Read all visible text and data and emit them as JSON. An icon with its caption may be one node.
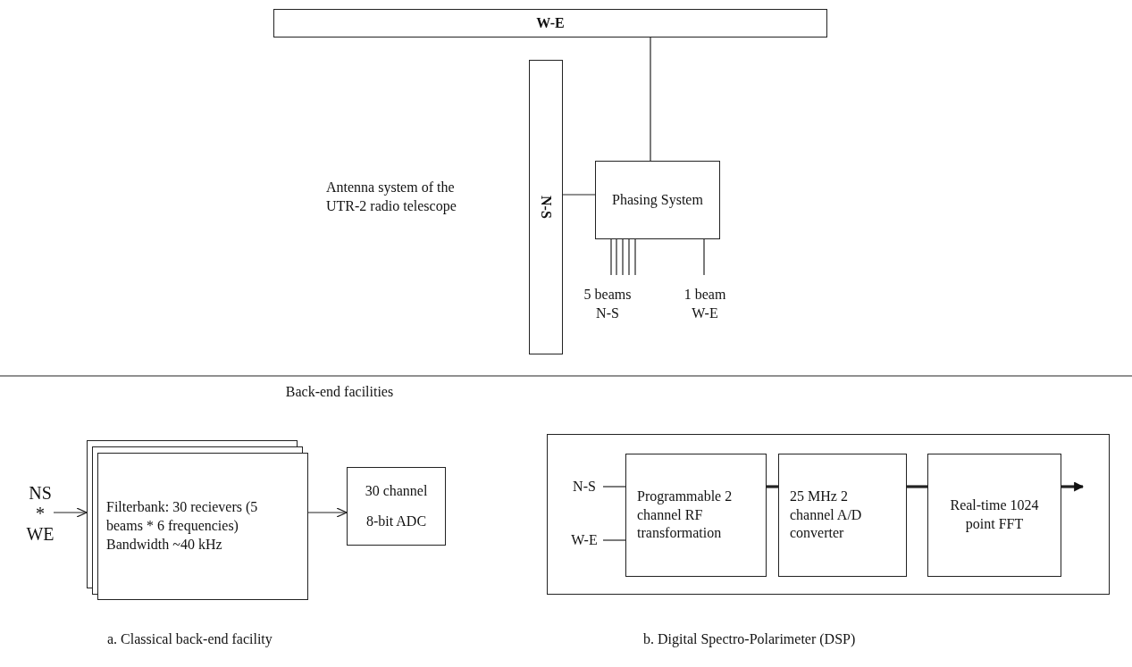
{
  "diagram": {
    "nodes": [
      {
        "text": [
          "W-E"
        ]
      },
      {
        "text": [
          "N-S"
        ]
      },
      {
        "text": [
          "Phasing System"
        ]
      },
      {
        "text": [
          "NS * WE"
        ]
      },
      {
        "text": [
          "Filterbank: 30 recievers (5 beams * 6 frequencies) Bandwidth ~40 kHz"
        ]
      },
      {
        "text": [
          "30 channel 8-bit ADC"
        ]
      },
      {
        "text": [],
        "shape": "box"
      },
      {
        "text": [
          "N-S"
        ],
        "in": 6
      },
      {
        "text": [
          "W-E"
        ],
        "in": 6
      },
      {
        "text": [
          "Programmable 2 channel RF transformation"
        ],
        "in": 6
      },
      {
        "text": [
          "25 MHz 2 channel A/D converter"
        ],
        "in": 6
      },
      {
        "text": [
          "Real-time 1024 point FFT"
        ],
        "in": 6
      }
    ],
    "edges": [
      {
        "from": 0,
        "to": 2,
        "arrow": "none"
      },
      {
        "from": 1,
        "to": 2,
        "arrow": "none"
      },
      {
        "from": 2,
        "to": null,
        "arrow": "none"
      },
      {
        "from": 2,
        "to": null,
        "arrow": "none"
      },
      {
        "from": 2,
        "to": null,
        "arrow": "none"
      },
      {
        "from": 2,
        "to": null,
        "arrow": "none"
      },
      {
        "from": 2,
        "to": null,
        "arrow": "none"
      },
      {
        "from": 2,
        "to": null,
        "arrow": "none"
      },
      {
        "from": 3,
        "to": 4,
        "arrow": "to"
      },
      {
        "from": 4,
        "to": 5,
        "arrow": "to"
      },
      {
        "from": 7,
        "to": 9,
        "arrow": "none"
      },
      {
        "from": 8,
        "to": 9,
        "arrow": "none"
      },
      {
        "from": 9,
        "to": 10,
        "arrow": "none",
        "style": "thick"
      },
      {
        "from": 10,
        "to": 11,
        "arrow": "none",
        "style": "thick"
      },
      {
        "from": 11,
        "to": null,
        "arrow": "to",
        "style": "thick"
      }
    ],
    "labels": [
      "Antenna system of the UTR-2 radio telescope",
      "5 beams N-S",
      "1 beam W-E",
      "Back-end facilities",
      "a. Classical back-end facility",
      "b. Digital Spectro-Polarimeter (DSP)"
    ]
  }
}
